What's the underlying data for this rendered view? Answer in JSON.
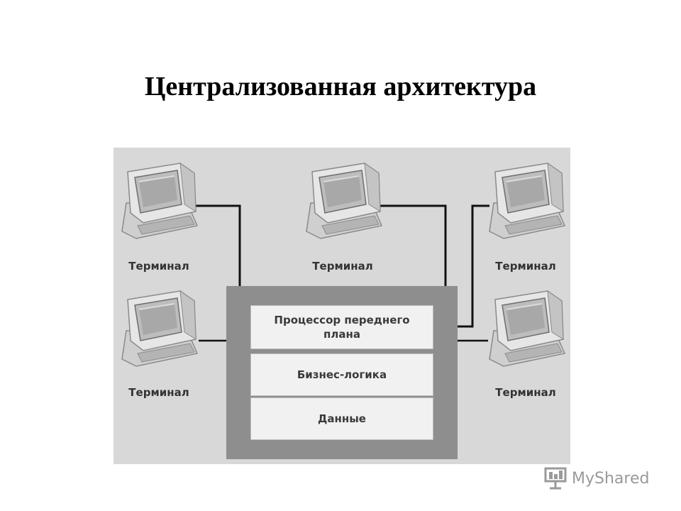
{
  "title": "Централизованная архитектура",
  "server": {
    "layers": [
      {
        "label": "Процессор переднего плана"
      },
      {
        "label": "Бизнес-логика"
      },
      {
        "label": "Данные"
      }
    ]
  },
  "terminals": [
    {
      "label": "Терминал"
    },
    {
      "label": "Терминал"
    },
    {
      "label": "Терминал"
    },
    {
      "label": "Терминал"
    },
    {
      "label": "Терминал"
    }
  ],
  "icons": {
    "terminal": "crt-terminal-icon",
    "watermark_logo": "presentation-board-icon"
  },
  "watermark": "MyShared",
  "colors": {
    "figure_background": "#d8d8d8",
    "server_frame": "#8e8e8e",
    "layer_fill": "#f1f1f1"
  }
}
